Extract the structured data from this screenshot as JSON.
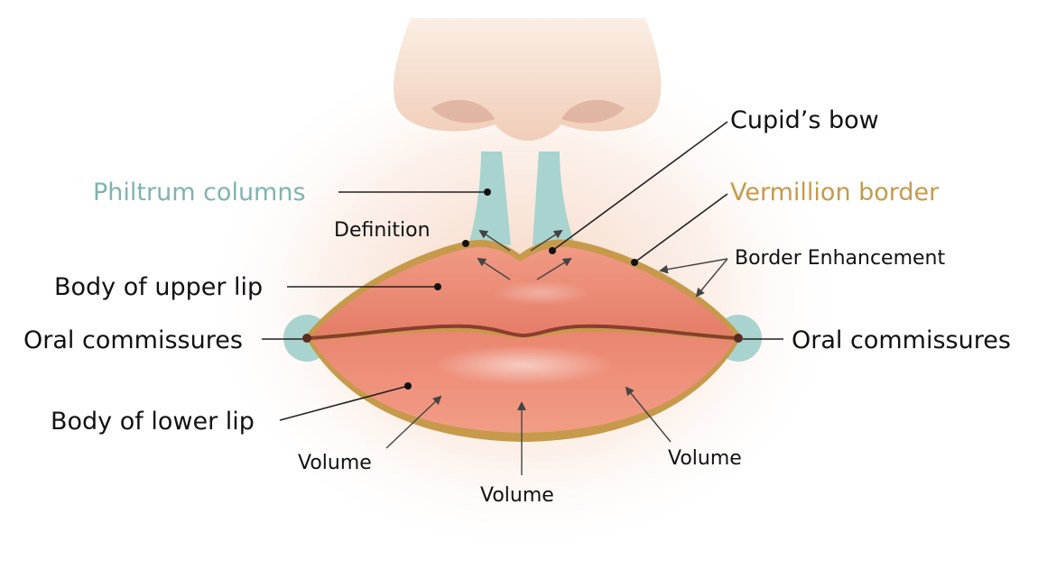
{
  "labels": {
    "philtrum_columns": "Philtrum columns",
    "cupids_bow": "Cupid’s bow",
    "vermillion_border": "Vermillion border",
    "definition": "Definition",
    "border_enhancement": "Border Enhancement",
    "body_upper_lip": "Body of upper lip",
    "oral_commissures_left": "Oral commissures",
    "oral_commissures_right": "Oral commissures",
    "body_lower_lip": "Body of lower lip",
    "volume_left": "Volume",
    "volume_center": "Volume",
    "volume_right": "Volume"
  },
  "colors": {
    "philtrum_teal": "#7fb3b1",
    "vermillion_gold": "#c69a4a",
    "lip_coral": "#ea8d7a",
    "skin": "#f6ddcb"
  }
}
